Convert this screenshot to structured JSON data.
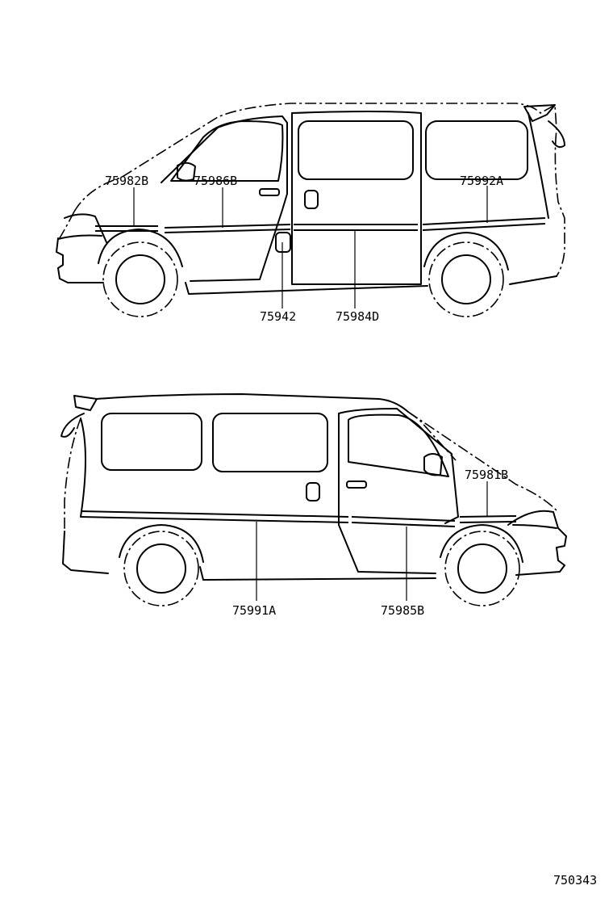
{
  "top_view": {
    "labels": [
      {
        "id": "p1",
        "text": "75982B"
      },
      {
        "id": "p2",
        "text": "75986B"
      },
      {
        "id": "p3",
        "text": "75992A"
      },
      {
        "id": "p4",
        "text": "75942"
      },
      {
        "id": "p5",
        "text": "75984D"
      }
    ]
  },
  "bottom_view": {
    "labels": [
      {
        "id": "p6",
        "text": "75981B"
      },
      {
        "id": "p7",
        "text": "75991A"
      },
      {
        "id": "p8",
        "text": "75985B"
      }
    ]
  },
  "reference_number": "750343"
}
